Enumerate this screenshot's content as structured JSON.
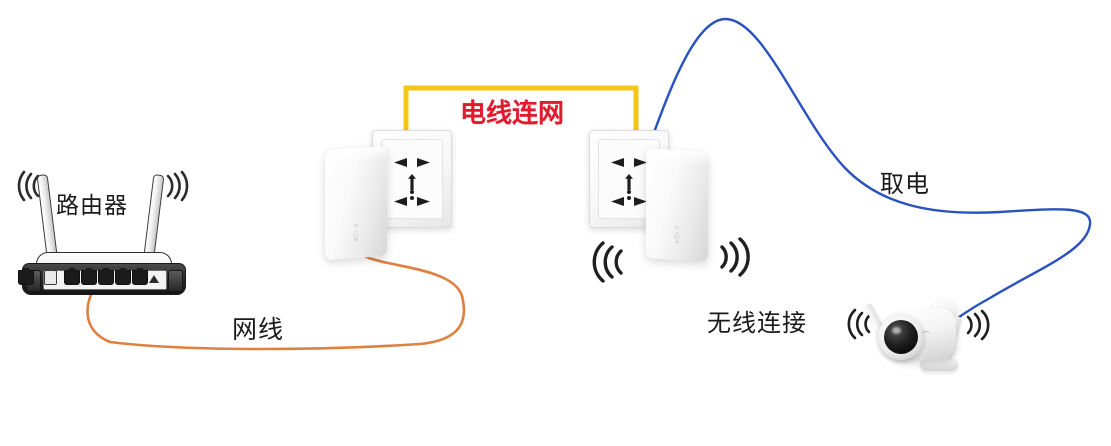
{
  "diagram": {
    "title_text": "电线连网",
    "background_color": "#ffffff",
    "labels": {
      "router": "路由器",
      "network_cable": "网线",
      "wireless_connection": "无线连接",
      "power_draw": "取电",
      "powerline_network": "电线连网"
    },
    "colors": {
      "powerline_bracket": "#f5c518",
      "powerline_text": "#e01b2e",
      "ethernet_cable": "#e08040",
      "power_cable": "#2a52be",
      "label_text": "#1a1a1a"
    },
    "nodes": [
      {
        "id": "router",
        "label": "路由器",
        "type": "wireless-router",
        "ports": 5,
        "antennas": 2
      },
      {
        "id": "powerline-adapter-left",
        "label": "",
        "type": "powerline-adapter",
        "socket": "wall-socket"
      },
      {
        "id": "powerline-adapter-right",
        "label": "",
        "type": "powerline-adapter",
        "socket": "wall-socket"
      },
      {
        "id": "ip-camera",
        "label": "",
        "type": "ip-camera",
        "antennas": 2
      }
    ],
    "connections": [
      {
        "id": "router-to-adapter",
        "label": "网线",
        "medium": "ethernet",
        "color": "#e08040"
      },
      {
        "id": "adapter-to-adapter",
        "label": "电线连网",
        "medium": "powerline",
        "color": "#f5c518"
      },
      {
        "id": "adapter-to-camera-power",
        "label": "取电",
        "medium": "power-cable",
        "color": "#2a52be"
      },
      {
        "id": "adapter-to-camera-wifi",
        "label": "无线连接",
        "medium": "wifi",
        "color": "#1a1a1a"
      }
    ],
    "signal_indicators": [
      {
        "id": "router-wifi-left",
        "direction": "left"
      },
      {
        "id": "router-wifi-right",
        "direction": "right"
      },
      {
        "id": "adapter-wifi-left",
        "direction": "left"
      },
      {
        "id": "adapter-wifi-right",
        "direction": "right"
      },
      {
        "id": "camera-wifi-left",
        "direction": "left"
      },
      {
        "id": "camera-wifi-right",
        "direction": "right"
      }
    ]
  }
}
